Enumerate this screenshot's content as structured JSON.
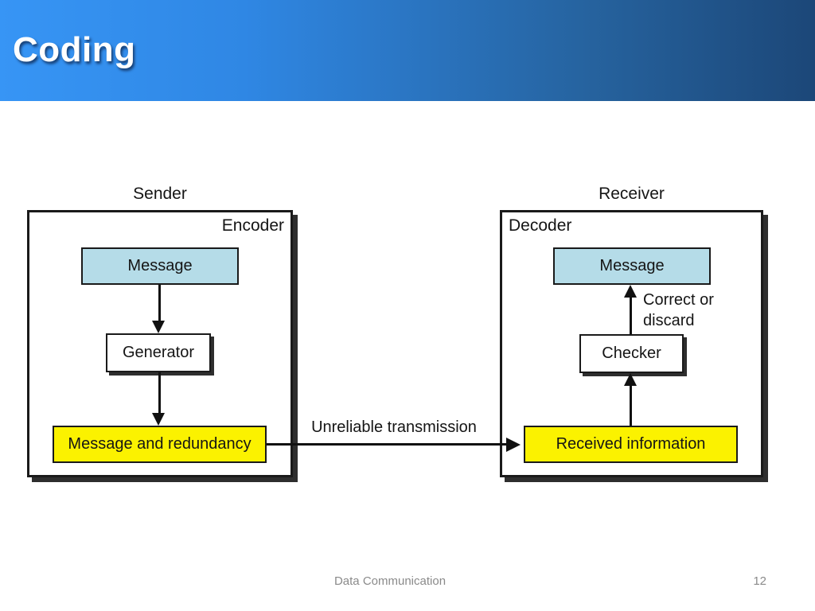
{
  "header": {
    "title": "Coding"
  },
  "diagram": {
    "sender_label": "Sender",
    "receiver_label": "Receiver",
    "channel_label": "Unreliable transmission",
    "encoder": {
      "label": "Encoder",
      "message_box": "Message",
      "generator_box": "Generator",
      "output_box": "Message and redundancy"
    },
    "decoder": {
      "label": "Decoder",
      "message_box": "Message",
      "checker_box": "Checker",
      "input_box": "Received information",
      "decision_line1": "Correct or",
      "decision_line2": "discard"
    }
  },
  "footer": {
    "center_text": "Data Communication",
    "page_number": "12"
  },
  "colors": {
    "header_gradient_left": "#3795f5",
    "header_gradient_right": "#1c4778",
    "title_text": "#ffffff",
    "message_box_fill": "#b5dce8",
    "highlight_box_fill": "#fbf200",
    "box_border": "#1a1a1a",
    "box_shadow": "#2e2e2e",
    "footer_text": "#8a8a8a"
  }
}
